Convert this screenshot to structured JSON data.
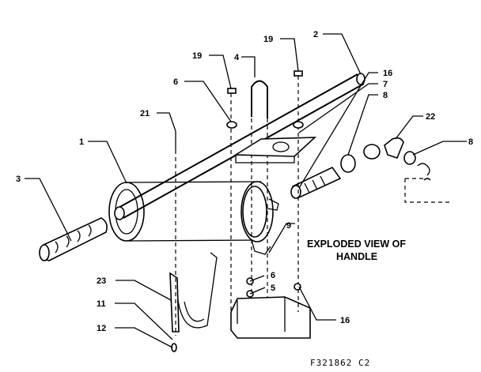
{
  "diagram": {
    "callouts": [
      "1",
      "2",
      "3",
      "4",
      "5",
      "6",
      "6",
      "7",
      "8",
      "8",
      "9",
      "11",
      "12",
      "16",
      "16",
      "19",
      "19",
      "21",
      "22",
      "23"
    ],
    "labels": {
      "n1": "1",
      "n2": "2",
      "n3": "3",
      "n4": "4",
      "n5": "5",
      "n6a": "6",
      "n6b": "6",
      "n7": "7",
      "n8a": "8",
      "n8b": "8",
      "n9": "9",
      "n11": "11",
      "n12": "12",
      "n16a": "16",
      "n16b": "16",
      "n19a": "19",
      "n19b": "19",
      "n21": "21",
      "n22": "22",
      "n23": "23"
    },
    "title_line1": "EXPLODED VIEW OF",
    "title_line2": "HANDLE",
    "drawing_code": "F321862   C2"
  }
}
